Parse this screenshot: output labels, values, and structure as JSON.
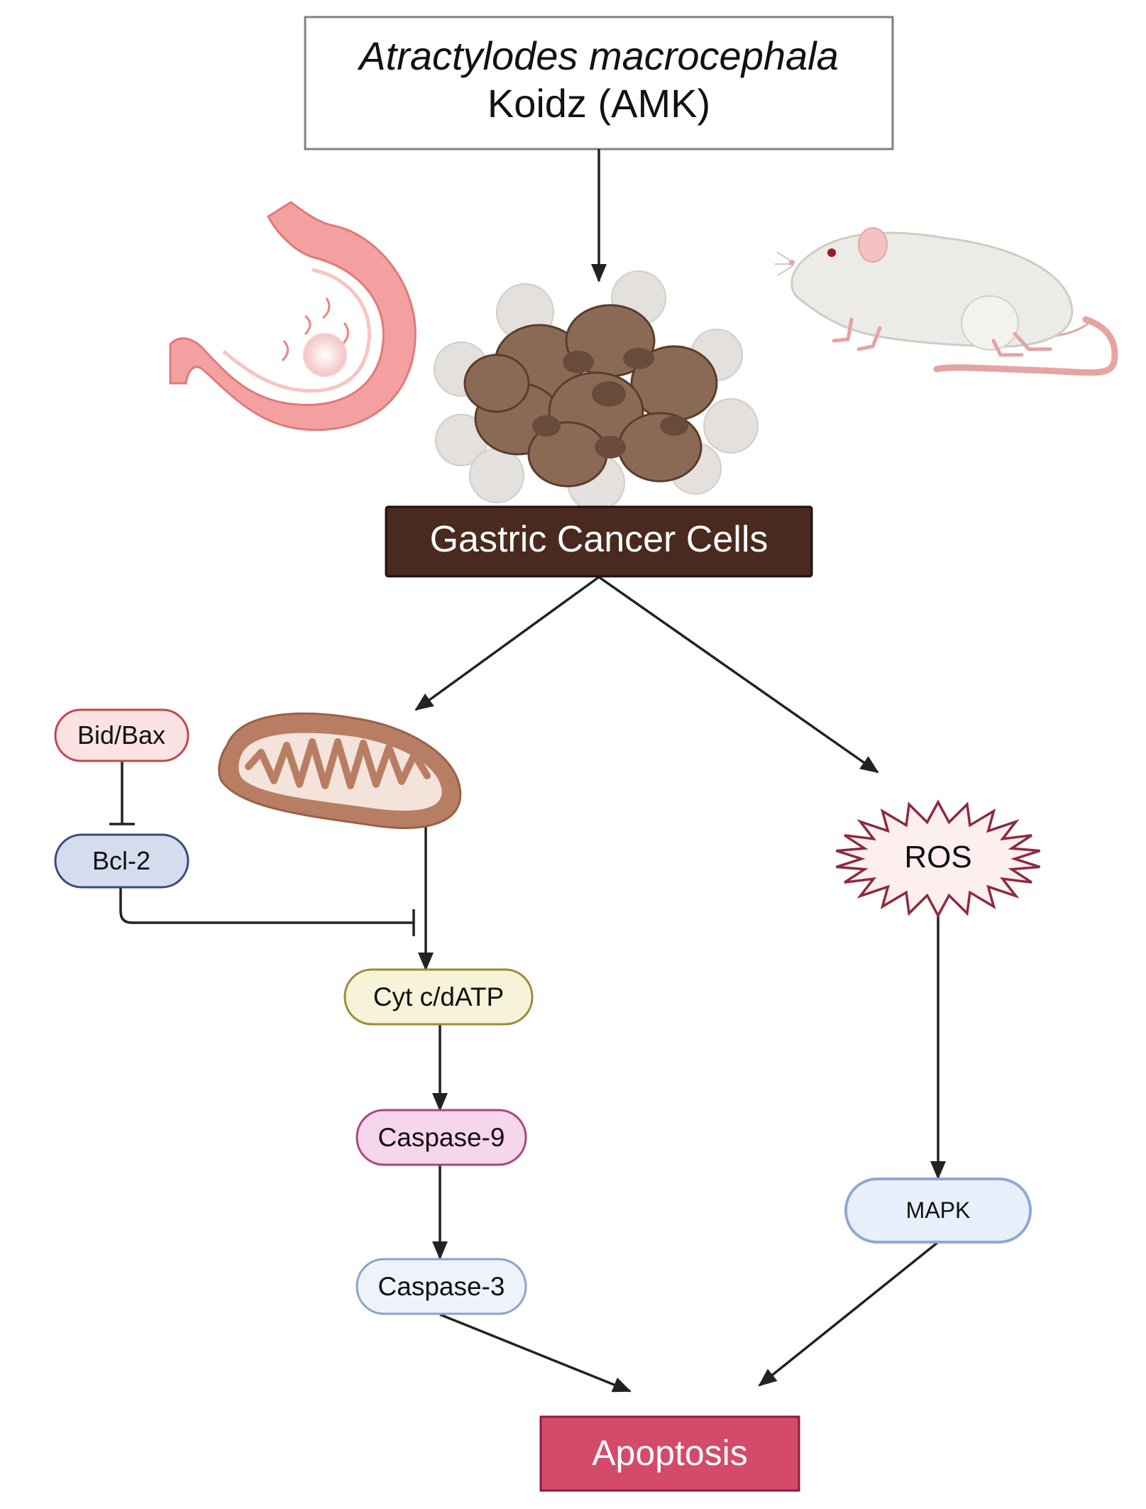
{
  "title": {
    "species": "Atractylodes macrocephala",
    "name": "Koidz (AMK)"
  },
  "nodes": {
    "gastric_cells": "Gastric Cancer Cells",
    "bid_bax": "Bid/Bax",
    "bcl2": "Bcl-2",
    "cyt_c": "Cyt c/dATP",
    "caspase9": "Caspase-9",
    "caspase3": "Caspase-3",
    "ros": "ROS",
    "mapk": "MAPK",
    "apoptosis": "Apoptosis"
  },
  "icons": [
    "stomach-icon",
    "cancer-cell-cluster-icon",
    "mouse-icon",
    "mitochondrion-icon"
  ],
  "colors": {
    "gastric_box": "#4a2a1e",
    "apoptosis_box": "#d44a6a",
    "bid_bax_fill": "#fbe3e3",
    "bid_bax_stroke": "#c2474f",
    "bcl2_fill": "#d4dcee",
    "bcl2_stroke": "#3a4a78",
    "cyt_fill": "#f6f3d8",
    "cyt_stroke": "#9c8a3c",
    "casp9_fill": "#f6d6ec",
    "casp9_stroke": "#a8457e",
    "casp3_fill": "#eef3fb",
    "casp3_stroke": "#8fa1c7",
    "mapk_fill": "#e8f0fb",
    "mapk_stroke": "#8fa8d8",
    "ros_fill": "#fdeff0",
    "ros_stroke": "#8c2a40"
  }
}
